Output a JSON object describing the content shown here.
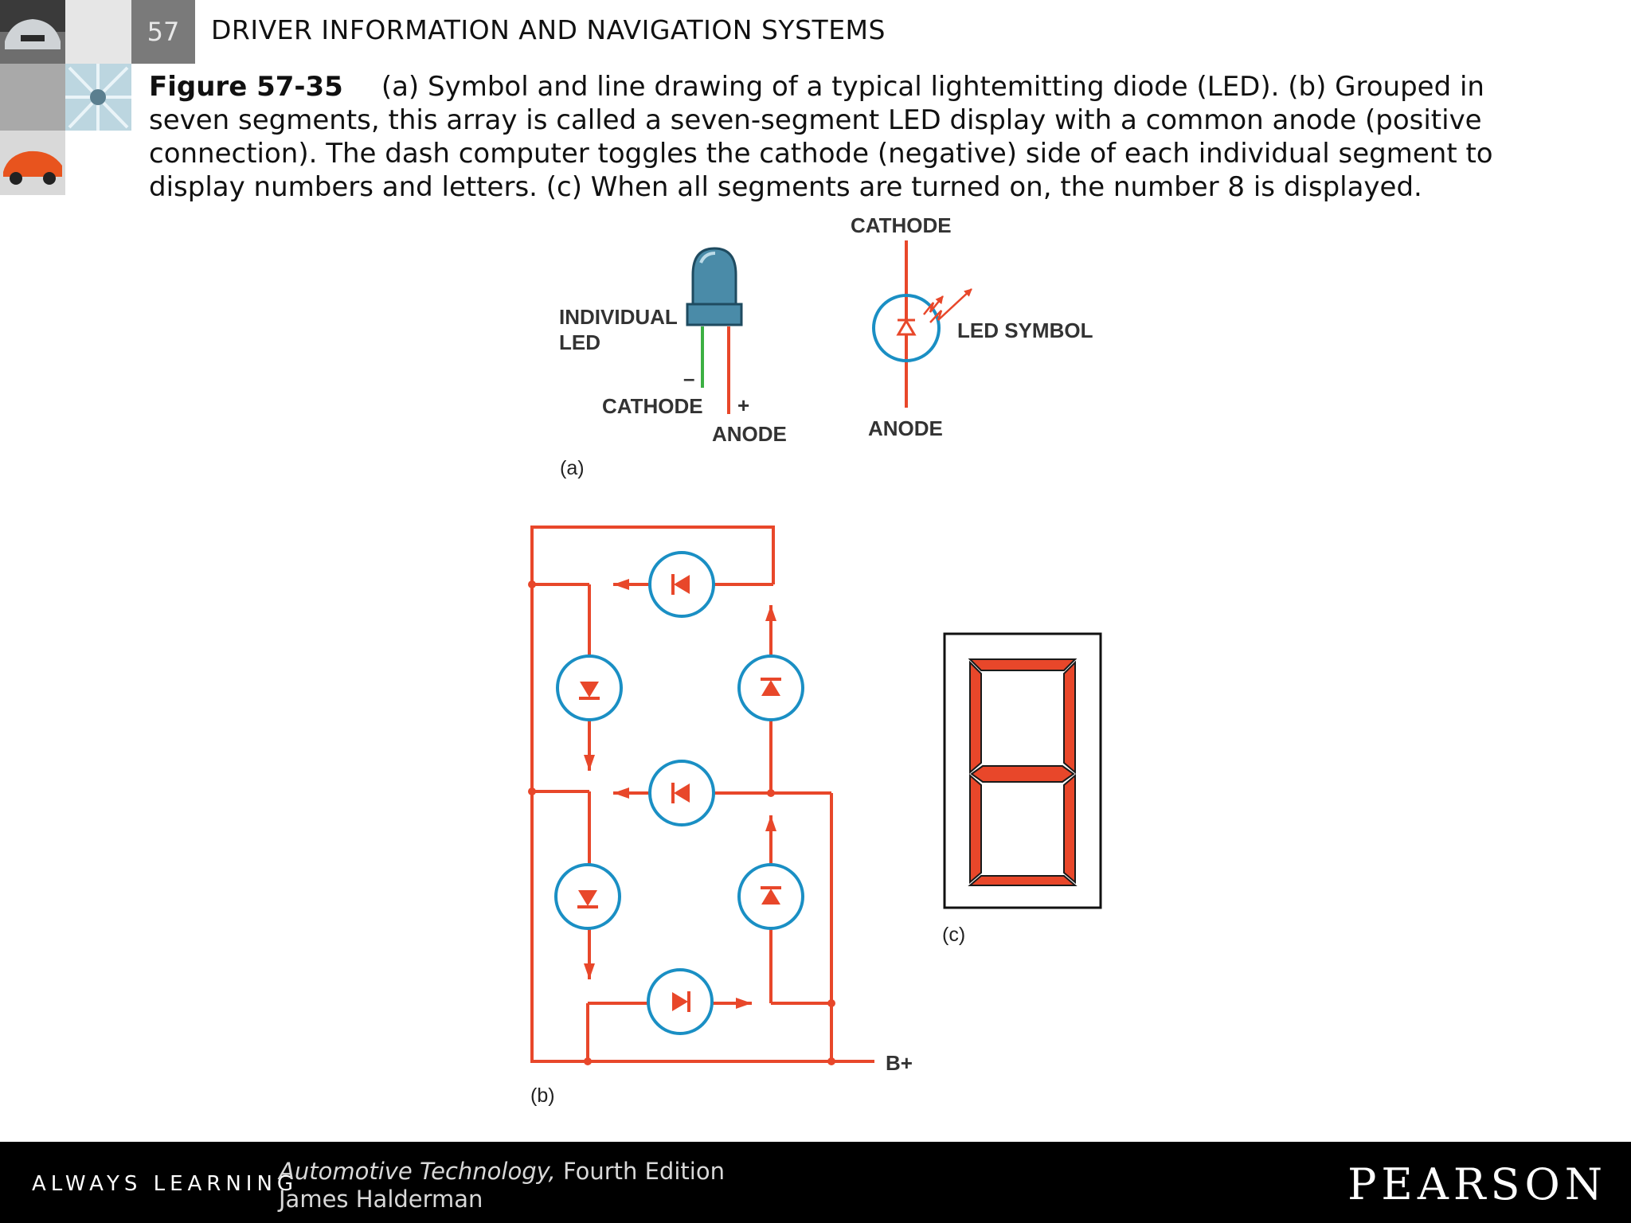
{
  "header": {
    "chapter_number": "57",
    "title": "DRIVER INFORMATION AND NAVIGATION SYSTEMS"
  },
  "caption": {
    "figure_label": "Figure 57-35",
    "text": "(a) Symbol and line drawing of a typical lightemitting diode (LED). (b) Grouped in seven segments, this array is called a seven-segment LED display with a common anode (positive connection). The dash computer toggles the cathode (negative) side of each individual segment to display numbers and letters. (c) When all segments are turned on, the number 8 is displayed."
  },
  "diagram_a": {
    "individual_led_line1": "INDIVIDUAL",
    "individual_led_line2": "LED",
    "minus_sign": "–",
    "plus_sign": "+",
    "cathode_label": "CATHODE",
    "anode_label": "ANODE",
    "symbol_cathode_label": "CATHODE",
    "symbol_anode_label": "ANODE",
    "led_symbol_label": "LED SYMBOL",
    "panel_label": "(a)"
  },
  "diagram_b": {
    "bplus_label": "B+",
    "panel_label": "(b)"
  },
  "diagram_c": {
    "panel_label": "(c)"
  },
  "colors": {
    "wire_red": "#e8472a",
    "led_ring_blue": "#1a8fc4",
    "led_body_blue": "#4a8ba8",
    "cathode_lead_green": "#3cb043",
    "segment_red": "#e8472a"
  },
  "footer": {
    "always_learning": "ALWAYS LEARNING",
    "book_title": "Automotive Technology,",
    "edition": " Fourth Edition",
    "author": "James Halderman",
    "publisher": "PEARSON"
  }
}
